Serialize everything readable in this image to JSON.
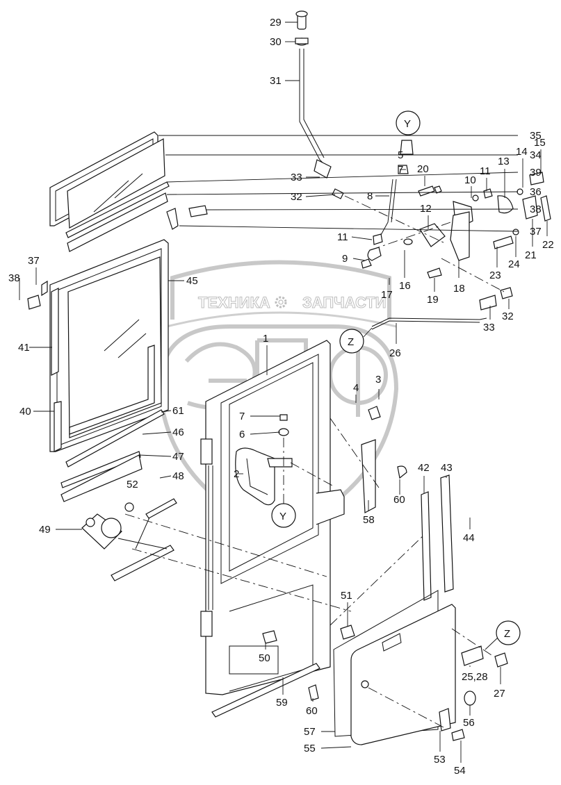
{
  "diagram": {
    "type": "exploded-parts-view",
    "subject": "cab door assembly",
    "watermark": {
      "text_left": "ТЕХНИКА",
      "text_right": "ЗАПЧАСТИ",
      "logo_letters": "ЭПФ",
      "gear_icon": "gear-icon"
    },
    "detail_refs": {
      "y_top": "Y",
      "y_handle": "Y",
      "z_cable": "Z",
      "z_bottom": "Z"
    },
    "callouts": [
      {
        "id": "29",
        "label": "29"
      },
      {
        "id": "30",
        "label": "30"
      },
      {
        "id": "31",
        "label": "31"
      },
      {
        "id": "35",
        "label": "35"
      },
      {
        "id": "34",
        "label": "34"
      },
      {
        "id": "39",
        "label": "39"
      },
      {
        "id": "36",
        "label": "36"
      },
      {
        "id": "38a",
        "label": "38"
      },
      {
        "id": "37a",
        "label": "37"
      },
      {
        "id": "37b",
        "label": "37"
      },
      {
        "id": "38b",
        "label": "38"
      },
      {
        "id": "45",
        "label": "45"
      },
      {
        "id": "41",
        "label": "41"
      },
      {
        "id": "40",
        "label": "40"
      },
      {
        "id": "61",
        "label": "61"
      },
      {
        "id": "46",
        "label": "46"
      },
      {
        "id": "47",
        "label": "47"
      },
      {
        "id": "48",
        "label": "48"
      },
      {
        "id": "52",
        "label": "52"
      },
      {
        "id": "49",
        "label": "49"
      },
      {
        "id": "5",
        "label": "5"
      },
      {
        "id": "7a",
        "label": "7"
      },
      {
        "id": "20",
        "label": "20"
      },
      {
        "id": "33a",
        "label": "33"
      },
      {
        "id": "32a",
        "label": "32"
      },
      {
        "id": "8",
        "label": "8"
      },
      {
        "id": "10",
        "label": "10"
      },
      {
        "id": "11a",
        "label": "11"
      },
      {
        "id": "13",
        "label": "13"
      },
      {
        "id": "14",
        "label": "14"
      },
      {
        "id": "15",
        "label": "15"
      },
      {
        "id": "12",
        "label": "12"
      },
      {
        "id": "11b",
        "label": "11"
      },
      {
        "id": "9",
        "label": "9"
      },
      {
        "id": "17",
        "label": "17"
      },
      {
        "id": "16",
        "label": "16"
      },
      {
        "id": "18",
        "label": "18"
      },
      {
        "id": "19",
        "label": "19"
      },
      {
        "id": "23",
        "label": "23"
      },
      {
        "id": "24",
        "label": "24"
      },
      {
        "id": "21",
        "label": "21"
      },
      {
        "id": "22",
        "label": "22"
      },
      {
        "id": "33b",
        "label": "33"
      },
      {
        "id": "32b",
        "label": "32"
      },
      {
        "id": "26",
        "label": "26"
      },
      {
        "id": "1",
        "label": "1"
      },
      {
        "id": "4",
        "label": "4"
      },
      {
        "id": "3",
        "label": "3"
      },
      {
        "id": "7b",
        "label": "7"
      },
      {
        "id": "6",
        "label": "6"
      },
      {
        "id": "2",
        "label": "2"
      },
      {
        "id": "60a",
        "label": "60"
      },
      {
        "id": "58",
        "label": "58"
      },
      {
        "id": "42",
        "label": "42"
      },
      {
        "id": "43",
        "label": "43"
      },
      {
        "id": "44",
        "label": "44"
      },
      {
        "id": "51",
        "label": "51"
      },
      {
        "id": "50",
        "label": "50"
      },
      {
        "id": "60b",
        "label": "60"
      },
      {
        "id": "59",
        "label": "59"
      },
      {
        "id": "57",
        "label": "57"
      },
      {
        "id": "55",
        "label": "55"
      },
      {
        "id": "25_28",
        "label": "25,28"
      },
      {
        "id": "27",
        "label": "27"
      },
      {
        "id": "56",
        "label": "56"
      },
      {
        "id": "53",
        "label": "53"
      },
      {
        "id": "54",
        "label": "54"
      }
    ]
  }
}
